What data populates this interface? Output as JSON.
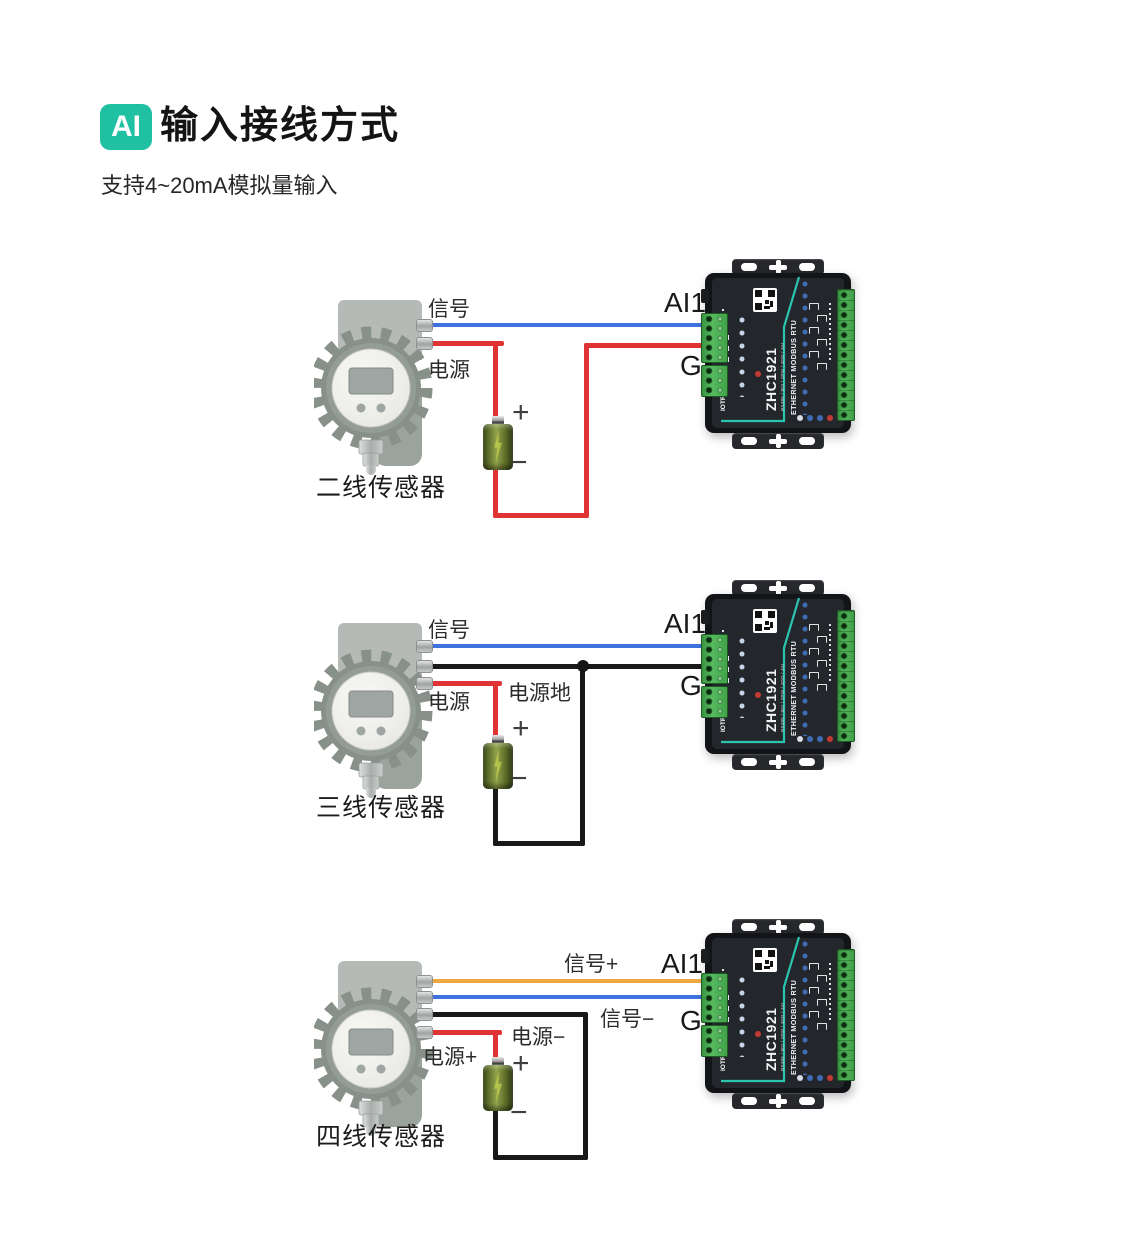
{
  "header": {
    "badge": "AI",
    "title": "输入接线方式",
    "subtitle": "支持4~20mA模拟量输入"
  },
  "device": {
    "model": "ZHC1921",
    "spec": "RS485 / 8DI / 2PW / 4DO / 4AI",
    "protocol": "ETHERNET MODBUS RTU",
    "brand": "IOTRouter®"
  },
  "colors": {
    "badge_green": "#20c0a2",
    "wire_signal_blue": "#3f72de",
    "wire_power_red": "#e03434",
    "wire_ground_black": "#191919",
    "wire_signal_orange": "#f0a843",
    "terminal_green": "#4caf50",
    "device_accent_teal": "#2bc4af"
  },
  "diagrams": [
    {
      "id": "two-wire",
      "caption": "二线传感器",
      "labels": {
        "signal": "信号",
        "power": "电源",
        "ai": "AI1",
        "ground": "G",
        "battery_plus": "+",
        "battery_minus": "−"
      }
    },
    {
      "id": "three-wire",
      "caption": "三线传感器",
      "labels": {
        "signal": "信号",
        "power": "电源",
        "power_ground": "电源地",
        "ai": "AI1",
        "ground": "G",
        "battery_plus": "+",
        "battery_minus": "−"
      }
    },
    {
      "id": "four-wire",
      "caption": "四线传感器",
      "labels": {
        "signal_plus": "信号+",
        "signal_minus": "信号−",
        "power_plus": "电源+",
        "power_minus": "电源−",
        "ai": "AI1",
        "ground": "G",
        "battery_plus": "+",
        "battery_minus": "−"
      }
    }
  ]
}
